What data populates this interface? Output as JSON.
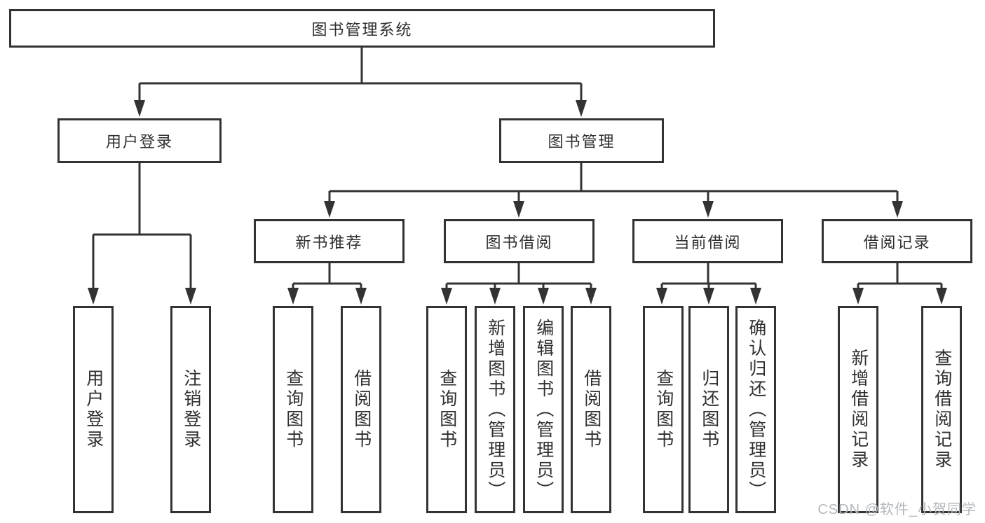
{
  "tree": {
    "root": "图书管理系统",
    "branches": [
      {
        "label": "用户登录",
        "children": [
          "用户登录",
          "注销登录"
        ]
      },
      {
        "label": "图书管理",
        "sections": [
          {
            "label": "新书推荐",
            "children": [
              "查询图书",
              "借阅图书"
            ]
          },
          {
            "label": "图书借阅",
            "children": [
              "查询图书",
              "新增图书（管理员）",
              "编辑图书（管理员）",
              "借阅图书"
            ]
          },
          {
            "label": "当前借阅",
            "children": [
              "查询图书",
              "归还图书",
              "确认归还（管理员）"
            ]
          },
          {
            "label": "借阅记录",
            "children": [
              "新增借阅记录",
              "查询借阅记录"
            ]
          }
        ]
      }
    ]
  },
  "watermark": "CSDN @软件_小贺同学",
  "colors": {
    "line": "#333333",
    "text": "#2f2f2f",
    "watermark": "#b4b8bc",
    "background": "#ffffff"
  }
}
